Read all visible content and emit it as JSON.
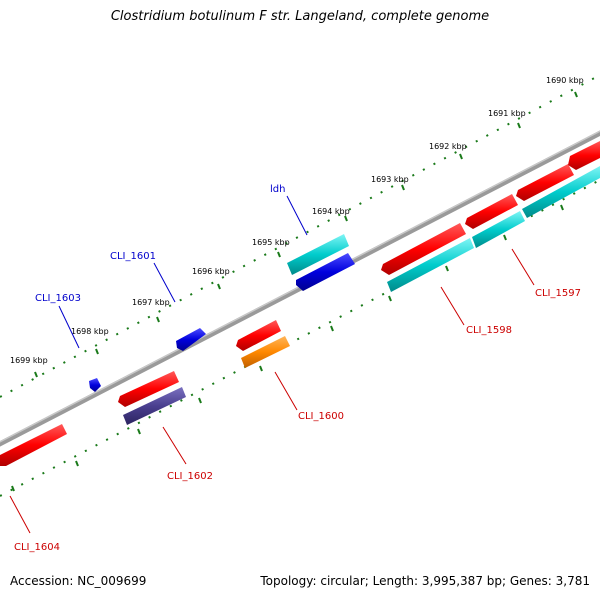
{
  "title": "Clostridium botulinum F str. Langeland, complete genome",
  "footer": {
    "accession": "Accession: NC_009699",
    "summary": "Topology: circular; Length: 3,995,387 bp; Genes: 3,781"
  },
  "tick_labels": [
    "1690 kbp",
    "1691 kbp",
    "1692 kbp",
    "1693 kbp",
    "1694 kbp",
    "1695 kbp",
    "1696 kbp",
    "1697 kbp",
    "1698 kbp",
    "1699 kbp"
  ],
  "gene_labels": {
    "ldh": "ldh",
    "cli_1601": "CLI_1601",
    "cli_1603": "CLI_1603",
    "cli_1597": "CLI_1597",
    "cli_1598": "CLI_1598",
    "cli_1600": "CLI_1600",
    "cli_1602": "CLI_1602",
    "cli_1604": "CLI_1604"
  },
  "colors": {
    "backbone": "#808080",
    "tick": "#1a7a1a",
    "forward_label": "#0000cc",
    "reverse_label": "#cc0000",
    "red": "#ff0000",
    "cyan": "#00cccc",
    "blue": "#0000dd",
    "orange": "#ff8800",
    "slate": "#4a3f8f"
  }
}
